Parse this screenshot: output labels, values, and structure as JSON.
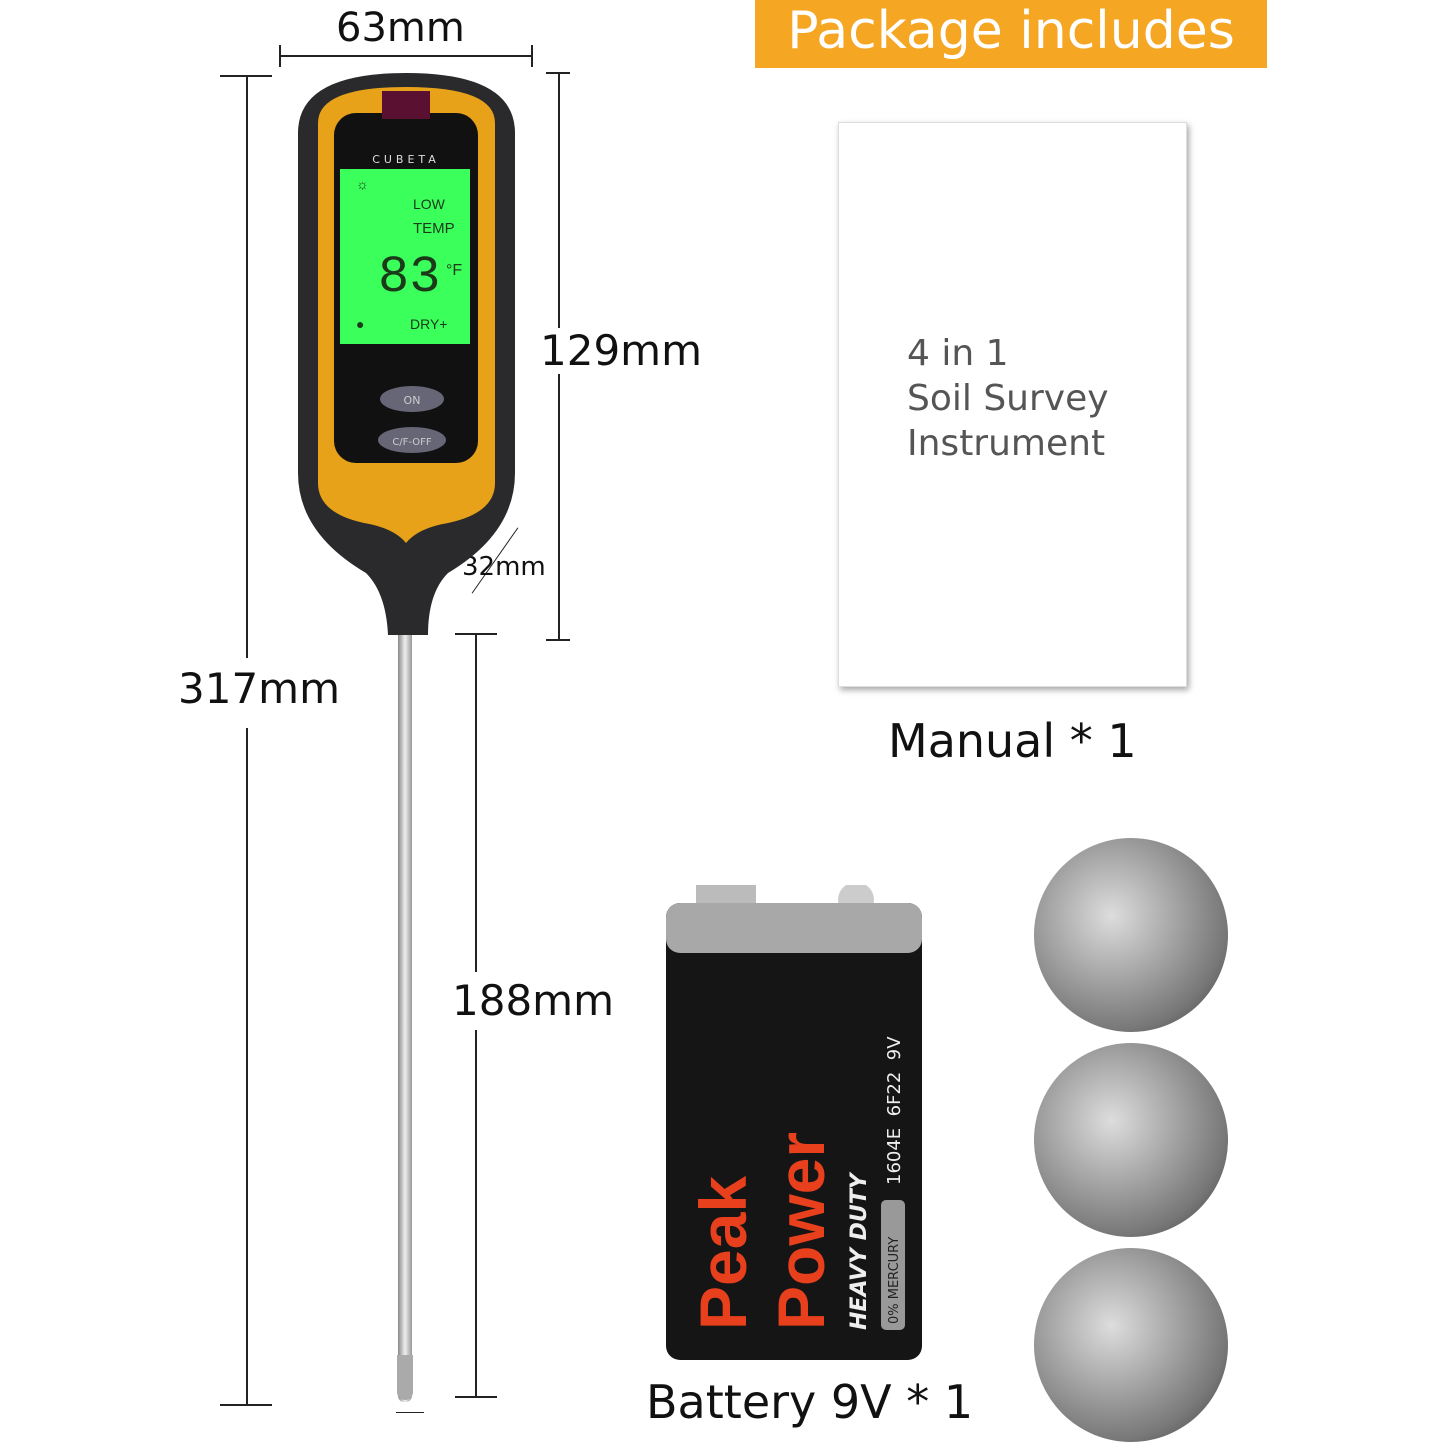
{
  "banner": {
    "title": "Package includes"
  },
  "dimensions": {
    "width": "63mm",
    "total_length": "317mm",
    "body_length": "129mm",
    "neck_width": "32mm",
    "probe_length": "188mm"
  },
  "meter": {
    "brand": "CUBETA",
    "lcd": {
      "low": "LOW",
      "temp": "TEMP",
      "reading": "83",
      "unit": "°F",
      "dry": "DRY+"
    },
    "buttons": {
      "on": "ON",
      "off": "C/F-OFF"
    }
  },
  "manual": {
    "lines": [
      "4 in 1",
      "Soil Survey",
      "Instrument"
    ],
    "caption": "Manual * 1"
  },
  "battery": {
    "brand_line1": "Peak",
    "brand_line2": "Power",
    "grade": "HEAVY DUTY",
    "mercury": "0% MERCURY",
    "code": "1604E  6F22  9V",
    "caption": "Battery 9V * 1"
  },
  "colors": {
    "banner": "#f5a623",
    "meter_yellow": "#e8a21a",
    "lcd_green": "#3bff5a",
    "battery_red": "#e8401c"
  }
}
